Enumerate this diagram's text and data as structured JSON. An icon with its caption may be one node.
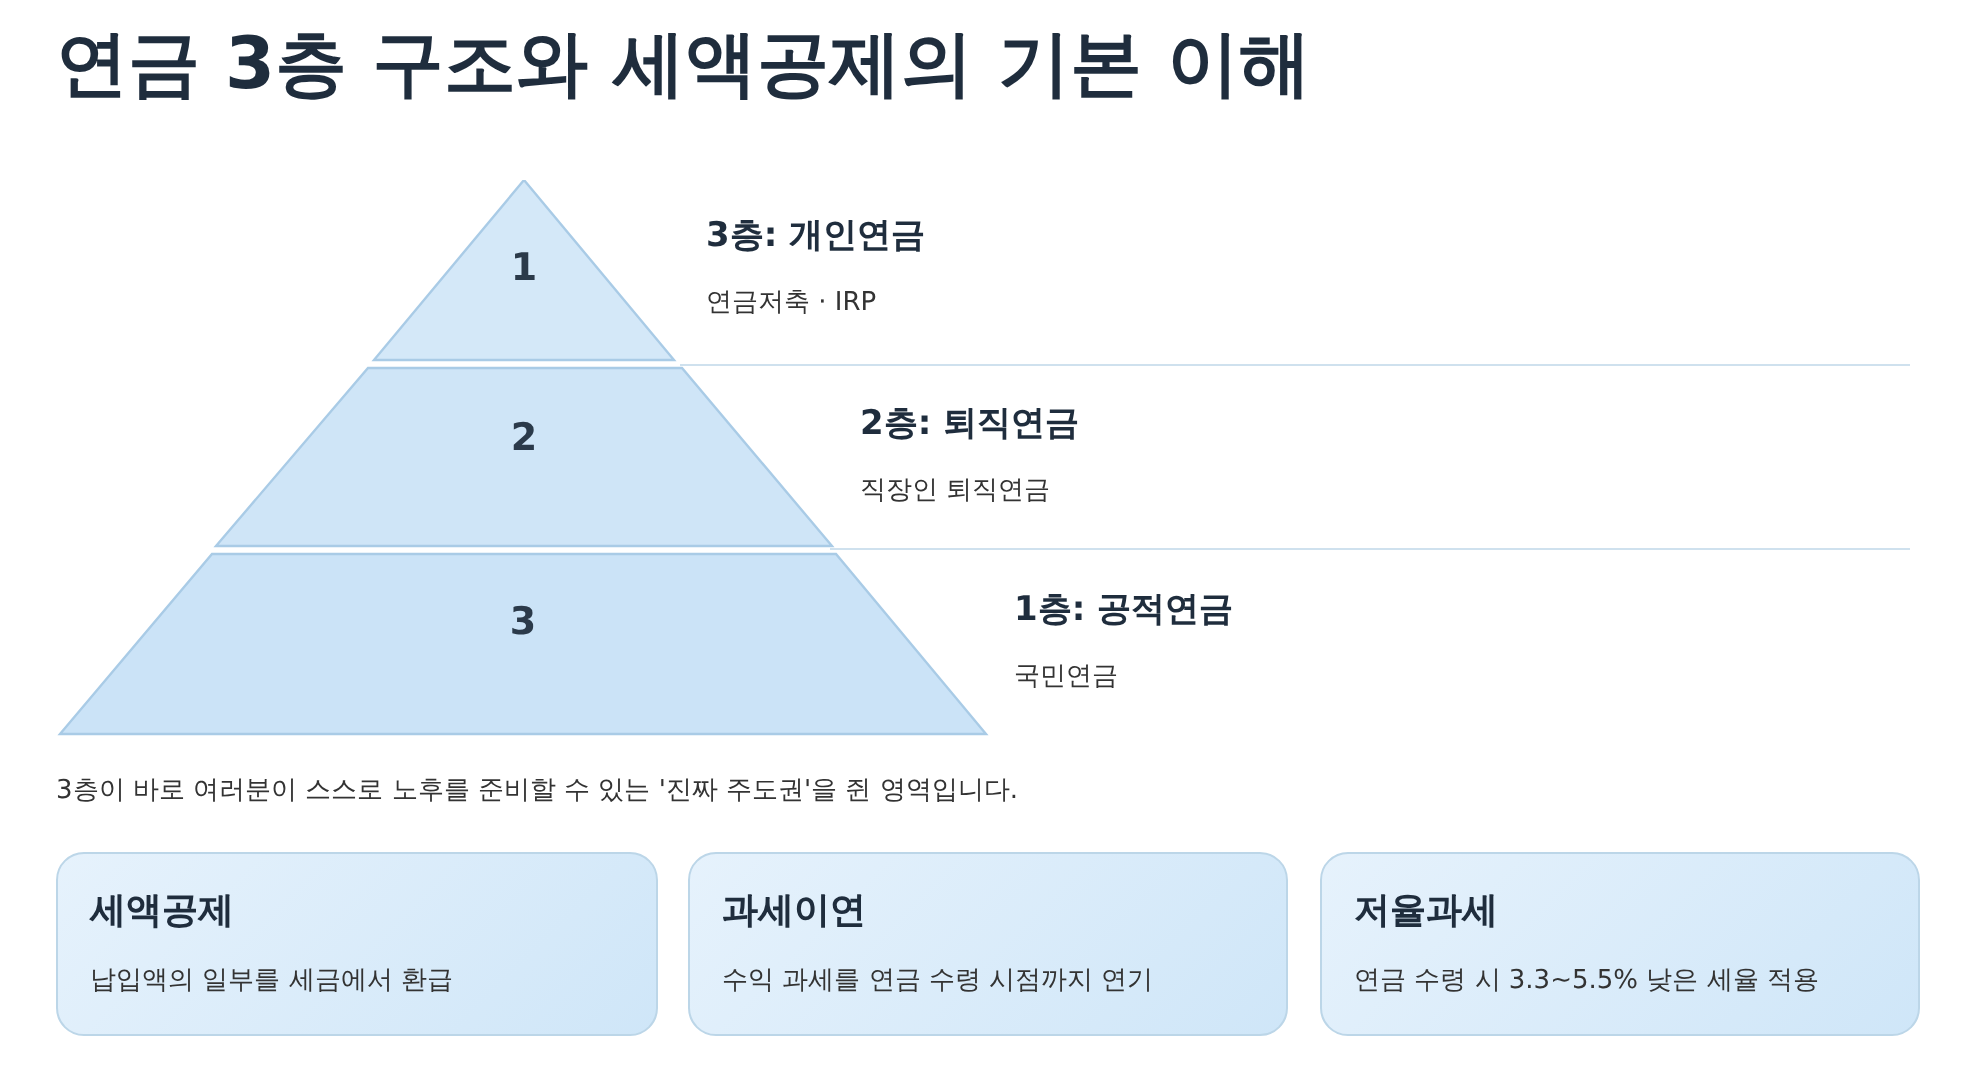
{
  "diagram": {
    "title": "연금 3층 구조와 세액공제의 기본 이해",
    "nodes": [
      {
        "text": [
          "1"
        ],
        "beside": [
          "3층: 개인연금",
          "연금저축 · IRP"
        ]
      },
      {
        "text": [
          "2"
        ],
        "beside": [
          "2층: 퇴직연금",
          "직장인 퇴직연금"
        ]
      },
      {
        "text": [
          "3"
        ],
        "beside": [
          "1층: 공적연금",
          "국민연금"
        ]
      },
      {
        "text": [
          "세액공제",
          "납입액의 일부를 세금에서 환급"
        ]
      },
      {
        "text": [
          "과세이연",
          "수익 과세를 연금 수령 시점까지 연기"
        ]
      },
      {
        "text": [
          "저율과세",
          "연금 수령 시 3.3~5.5% 낮은 세율 적용"
        ]
      }
    ],
    "labels": [
      "3층이 바로 여러분이 스스로 노후를 준비할 수 있는 '진짜 주도권'을 쥔 영역입니다."
    ]
  }
}
